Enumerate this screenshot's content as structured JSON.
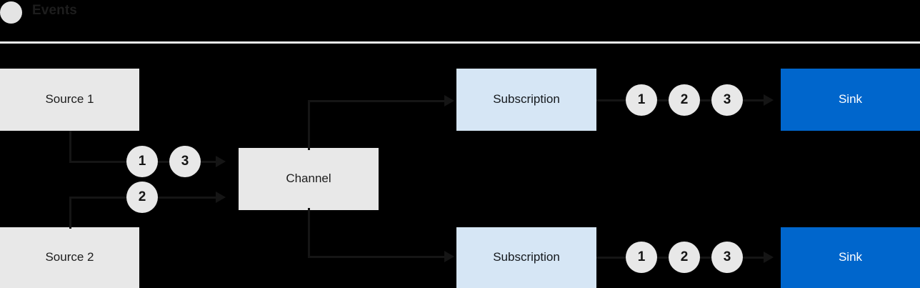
{
  "legend": {
    "dot_icon": "events-dot-icon",
    "label": "Events"
  },
  "colors": {
    "background": "#000000",
    "source_box": "#e8e8e8",
    "channel_box": "#e8e8e8",
    "subscription_box": "#d6e6f5",
    "sink_box": "#0066cc",
    "sink_text": "#ffffff",
    "event_circle": "#e8e8e8",
    "connector": "#151515",
    "divider": "#eceded"
  },
  "nodes": {
    "source_1": "Source 1",
    "source_2": "Source 2",
    "channel": "Channel",
    "subscription_top": "Subscription",
    "subscription_bottom": "Subscription",
    "sink_top": "Sink",
    "sink_bottom": "Sink"
  },
  "events": {
    "source_1_line": [
      "1",
      "3"
    ],
    "source_2_line": [
      "2"
    ],
    "sink_top_line": [
      "1",
      "2",
      "3"
    ],
    "sink_bottom_line": [
      "1",
      "2",
      "3"
    ]
  }
}
